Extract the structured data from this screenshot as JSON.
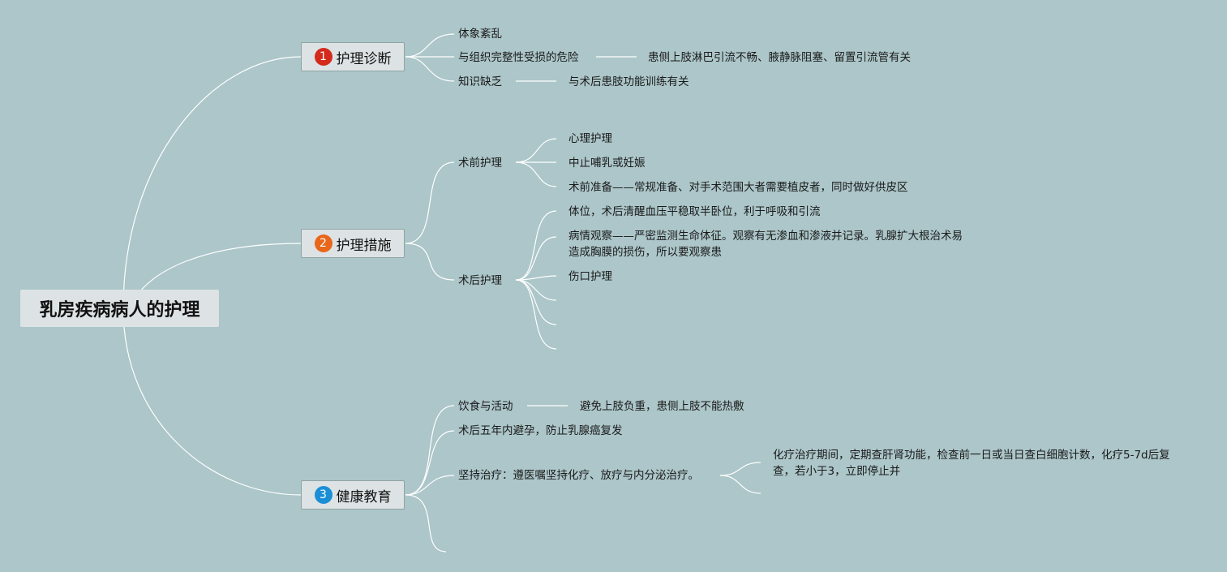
{
  "root": {
    "label": "乳房疾病病人的护理"
  },
  "branches": [
    {
      "num": "1",
      "label": "护理诊断",
      "badge_color": "#d42a1c",
      "items": [
        {
          "label": "体象紊乱"
        },
        {
          "label": "与组织完整性受损的危险",
          "detail": "患侧上肢淋巴引流不畅、腋静脉阻塞、留置引流管有关"
        },
        {
          "label": "知识缺乏",
          "detail": "与术后患肢功能训练有关"
        }
      ]
    },
    {
      "num": "2",
      "label": "护理措施",
      "badge_color": "#e8671b",
      "items": [
        {
          "label": "术前护理",
          "children": [
            "心理护理",
            "中止哺乳或妊娠",
            "术前准备——常规准备、对手术范围大者需要植皮者，同时做好供皮区"
          ]
        },
        {
          "label": "术后护理",
          "children": [
            "体位，术后清醒血压平稳取半卧位，利于呼吸和引流",
            "病情观察——严密监测生命体征。观察有无渗血和渗液并记录。乳腺扩大根治术易造成胸膜的损伤，所以要观察患",
            "伤口护理",
            "",
            "",
            ""
          ]
        }
      ]
    },
    {
      "num": "3",
      "label": "健康教育",
      "badge_color": "#1a8fd6",
      "items": [
        {
          "label": "饮食与活动",
          "detail": "避免上肢负重，患侧上肢不能热敷"
        },
        {
          "label": "术后五年内避孕，防止乳腺癌复发"
        },
        {
          "label": "坚持治疗：遵医嘱坚持化疗、放疗与内分泌治疗。",
          "children": [
            "化疗治疗期间，定期查肝肾功能，检查前一日或当日查白细胞计数，化疗5-7d后复查，若小于3，立即停止并",
            ""
          ]
        },
        {
          "label": ""
        }
      ]
    }
  ]
}
